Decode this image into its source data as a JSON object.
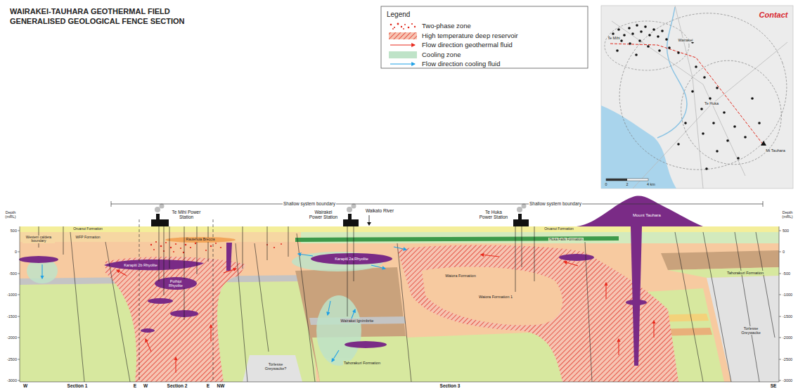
{
  "diagram": {
    "title": "WAIRAKEI-TAUHARA GEOTHERMAL FIELD GENERALISED GEOLOGICAL FENCE SECTION",
    "labels": [
      "Legend",
      "Contact",
      "Te Mihi",
      "Wairakei",
      "Te Huka",
      "Mt Tauhara",
      "0",
      "2",
      "4 km",
      "Depth (mRL)",
      "500",
      "0",
      "-500",
      "-1000",
      "-1500",
      "-2000",
      "-2500",
      "-3000",
      "Depth (mRL)",
      "500",
      "0",
      "-500",
      "-1000",
      "-1500",
      "-2000",
      "-2500",
      "-3000",
      "Shallow system boundary",
      "Shallow system boundary",
      "Te Mihi Power Station",
      "Wairakei Power Station",
      "Waikato River",
      "Te Huka Power Station",
      "Western caldera boundary",
      "Oruanui Formation",
      "WFP Formation",
      "Rautehuia Breccia",
      "Karapiti 2b Rhyolite",
      "Poihipi Rhyolite",
      "Karapiti 2a Rhyolite",
      "Oruanui Formation",
      "Huka Falls Formation",
      "Mount Tauhara",
      "Waiora Formation",
      "Waiora Formation 1",
      "Wairakei Ignimbrite",
      "Tahorakuri Formation",
      "Torlesse Greywacke?",
      "Tahorakuri Formation",
      "Torlesse Greywacke",
      "W",
      "Section 1",
      "E",
      "W",
      "Section 2",
      "E",
      "NW",
      "Section 3",
      "SE"
    ],
    "legend": [
      {
        "text": "Two-phase zone"
      },
      {
        "text": "High temperature deep reservoir"
      },
      {
        "text": "Flow direction geothermal fluid"
      },
      {
        "text": "Cooling zone",
        "color": "#bfe3c8"
      },
      {
        "text": "Flow direction cooling fluid"
      }
    ]
  }
}
